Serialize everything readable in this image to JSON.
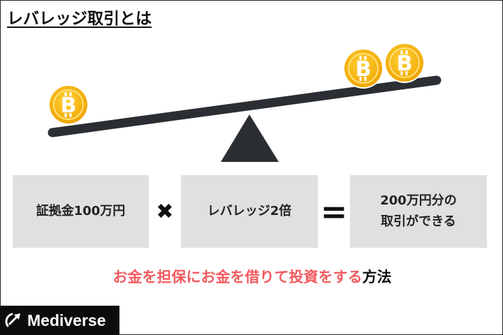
{
  "title": "レバレッジ取引とは",
  "equation": {
    "box1": "証拠金100万円",
    "operator1": "✖",
    "box2": "レバレッジ2倍",
    "operator2": "=",
    "box3_line1": "200万円分の",
    "box3_line2": "取引ができる"
  },
  "tagline": {
    "accent": "お金を担保にお金を借りて投資をする",
    "plain": "方法"
  },
  "logo": {
    "brand": "Mediverse",
    "mark_icon": "arrow-swoosh-icon"
  },
  "illustration": {
    "coin_symbol": "B",
    "coin_icon": "bitcoin-icon",
    "coin_color": "#f5b400",
    "beam_color": "#2b2f33",
    "fulcrum_color": "#2b2f33"
  },
  "colors": {
    "accent": "#f25a5f",
    "box_bg": "#e0e0e0",
    "logo_bg": "#0c0c0c"
  }
}
